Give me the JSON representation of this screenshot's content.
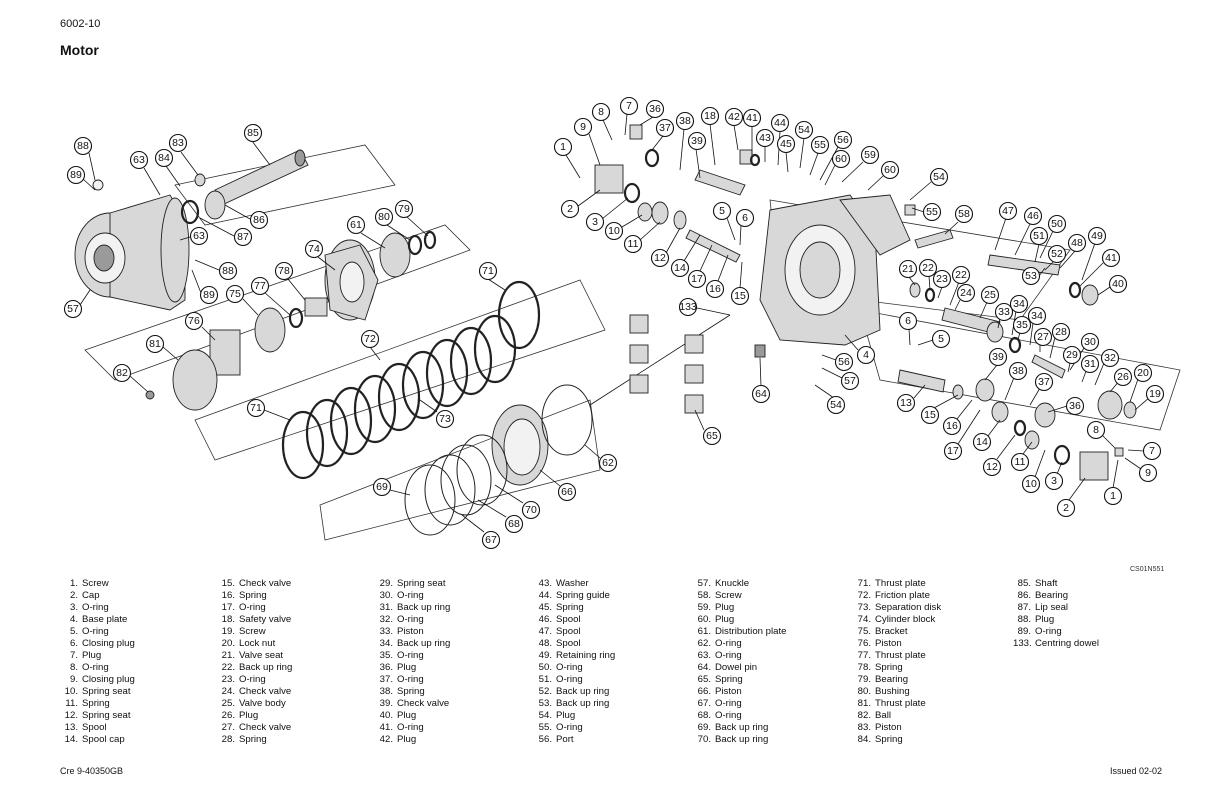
{
  "header": {
    "page_id": "6002-10",
    "title": "Motor"
  },
  "figure": {
    "code": "CS01N551"
  },
  "legend_columns": [
    [
      {
        "n": "1.",
        "label": "Screw"
      },
      {
        "n": "2.",
        "label": "Cap"
      },
      {
        "n": "3.",
        "label": "O-ring"
      },
      {
        "n": "4.",
        "label": "Base plate"
      },
      {
        "n": "5.",
        "label": "O-ring"
      },
      {
        "n": "6.",
        "label": "Closing plug"
      },
      {
        "n": "7.",
        "label": "Plug"
      },
      {
        "n": "8.",
        "label": "O-ring"
      },
      {
        "n": "9.",
        "label": "Closing plug"
      },
      {
        "n": "10.",
        "label": "Spring seat"
      },
      {
        "n": "11.",
        "label": "Spring"
      },
      {
        "n": "12.",
        "label": "Spring seat"
      },
      {
        "n": "13.",
        "label": "Spool"
      },
      {
        "n": "14.",
        "label": "Spool cap"
      }
    ],
    [
      {
        "n": "15.",
        "label": "Check valve"
      },
      {
        "n": "16.",
        "label": "Spring"
      },
      {
        "n": "17.",
        "label": "O-ring"
      },
      {
        "n": "18.",
        "label": "Safety valve"
      },
      {
        "n": "19.",
        "label": "Screw"
      },
      {
        "n": "20.",
        "label": "Lock nut"
      },
      {
        "n": "21.",
        "label": "Valve seat"
      },
      {
        "n": "22.",
        "label": "Back up ring"
      },
      {
        "n": "23.",
        "label": "O-ring"
      },
      {
        "n": "24.",
        "label": "Check valve"
      },
      {
        "n": "25.",
        "label": "Valve body"
      },
      {
        "n": "26.",
        "label": "Plug"
      },
      {
        "n": "27.",
        "label": "Check valve"
      },
      {
        "n": "28.",
        "label": "Spring"
      }
    ],
    [
      {
        "n": "29.",
        "label": "Spring seat"
      },
      {
        "n": "30.",
        "label": "O-ring"
      },
      {
        "n": "31.",
        "label": "Back up ring"
      },
      {
        "n": "32.",
        "label": "O-ring"
      },
      {
        "n": "33.",
        "label": "Piston"
      },
      {
        "n": "34.",
        "label": "Back up ring"
      },
      {
        "n": "35.",
        "label": "O-ring"
      },
      {
        "n": "36.",
        "label": "Plug"
      },
      {
        "n": "37.",
        "label": "O-ring"
      },
      {
        "n": "38.",
        "label": "Spring"
      },
      {
        "n": "39.",
        "label": "Check valve"
      },
      {
        "n": "40.",
        "label": "Plug"
      },
      {
        "n": "41.",
        "label": "O-ring"
      },
      {
        "n": "42.",
        "label": "Plug"
      }
    ],
    [
      {
        "n": "43.",
        "label": "Washer"
      },
      {
        "n": "44.",
        "label": "Spring guide"
      },
      {
        "n": "45.",
        "label": "Spring"
      },
      {
        "n": "46.",
        "label": "Spool"
      },
      {
        "n": "47.",
        "label": "Spool"
      },
      {
        "n": "48.",
        "label": "Spool"
      },
      {
        "n": "49.",
        "label": "Retaining ring"
      },
      {
        "n": "50.",
        "label": "O-ring"
      },
      {
        "n": "51.",
        "label": "O-ring"
      },
      {
        "n": "52.",
        "label": "Back up ring"
      },
      {
        "n": "53.",
        "label": "Back up ring"
      },
      {
        "n": "54.",
        "label": "Plug"
      },
      {
        "n": "55.",
        "label": "O-ring"
      },
      {
        "n": "56.",
        "label": "Port"
      }
    ],
    [
      {
        "n": "57.",
        "label": "Knuckle"
      },
      {
        "n": "58.",
        "label": "Screw"
      },
      {
        "n": "59.",
        "label": "Plug"
      },
      {
        "n": "60.",
        "label": "Plug"
      },
      {
        "n": "61.",
        "label": "Distribution plate"
      },
      {
        "n": "62.",
        "label": "O-ring"
      },
      {
        "n": "63.",
        "label": "O-ring"
      },
      {
        "n": "64.",
        "label": "Dowel pin"
      },
      {
        "n": "65.",
        "label": "Spring"
      },
      {
        "n": "66.",
        "label": "Piston"
      },
      {
        "n": "67.",
        "label": "O-ring"
      },
      {
        "n": "68.",
        "label": "O-ring"
      },
      {
        "n": "69.",
        "label": "Back up ring"
      },
      {
        "n": "70.",
        "label": "Back up ring"
      }
    ],
    [
      {
        "n": "71.",
        "label": "Thrust plate"
      },
      {
        "n": "72.",
        "label": "Friction plate"
      },
      {
        "n": "73.",
        "label": "Separation disk"
      },
      {
        "n": "74.",
        "label": "Cylinder block"
      },
      {
        "n": "75.",
        "label": "Bracket"
      },
      {
        "n": "76.",
        "label": "Piston"
      },
      {
        "n": "77.",
        "label": "Thrust plate"
      },
      {
        "n": "78.",
        "label": "Spring"
      },
      {
        "n": "79.",
        "label": "Bearing"
      },
      {
        "n": "80.",
        "label": "Bushing"
      },
      {
        "n": "81.",
        "label": "Thrust plate"
      },
      {
        "n": "82.",
        "label": "Ball"
      },
      {
        "n": "83.",
        "label": "Piston"
      },
      {
        "n": "84.",
        "label": "Spring"
      }
    ],
    [
      {
        "n": "85.",
        "label": "Shaft"
      },
      {
        "n": "86.",
        "label": "Bearing"
      },
      {
        "n": "87.",
        "label": "Lip seal"
      },
      {
        "n": "88.",
        "label": "Plug"
      },
      {
        "n": "89.",
        "label": "O-ring"
      },
      {
        "n": "133.",
        "label": "Centring dowel"
      }
    ]
  ],
  "callouts": [
    "88",
    "89",
    "83",
    "84",
    "63",
    "85",
    "86",
    "87",
    "63",
    "88",
    "89",
    "57",
    "61",
    "80",
    "79",
    "74",
    "78",
    "77",
    "75",
    "76",
    "81",
    "82",
    "71",
    "72",
    "73",
    "71",
    "69",
    "67",
    "68",
    "70",
    "66",
    "62",
    "65",
    "64",
    "133",
    "1",
    "2",
    "3",
    "10",
    "11",
    "12",
    "14",
    "17",
    "16",
    "15",
    "9",
    "8",
    "7",
    "36",
    "37",
    "38",
    "39",
    "18",
    "42",
    "41",
    "43",
    "44",
    "45",
    "54",
    "55",
    "56",
    "60",
    "59",
    "60",
    "54",
    "55",
    "58",
    "5",
    "6",
    "4",
    "47",
    "46",
    "50",
    "51",
    "48",
    "49",
    "52",
    "53",
    "41",
    "40",
    "21",
    "22",
    "23",
    "22",
    "24",
    "25",
    "33",
    "34",
    "35",
    "34",
    "27",
    "28",
    "30",
    "29",
    "31",
    "32",
    "26",
    "20",
    "19",
    "6",
    "5",
    "56",
    "57",
    "54",
    "39",
    "13",
    "38",
    "37",
    "36",
    "15",
    "16",
    "17",
    "14",
    "12",
    "11",
    "10",
    "3",
    "2",
    "1",
    "8",
    "7",
    "9"
  ],
  "footer": {
    "doc_ref": "Cre 9-40350GB",
    "issued": "Issued 02-02"
  }
}
